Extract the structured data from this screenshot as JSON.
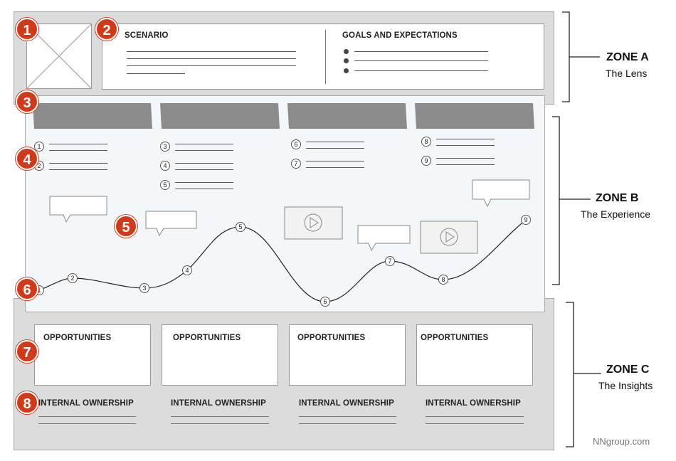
{
  "badges": [
    "1",
    "2",
    "3",
    "4",
    "5",
    "6",
    "7",
    "8"
  ],
  "zone_a": {
    "scenario_label": "SCENARIO",
    "goals_label": "GOALS AND EXPECTATIONS",
    "title": "ZONE A",
    "subtitle": "The Lens"
  },
  "zone_b": {
    "title": "ZONE B",
    "subtitle": "The Experience",
    "phase_steps": [
      [
        "1",
        "2"
      ],
      [
        "3",
        "4",
        "5"
      ],
      [
        "6",
        "7"
      ],
      [
        "8",
        "9"
      ]
    ],
    "curve_points": [
      "1",
      "2",
      "3",
      "4",
      "5",
      "6",
      "7",
      "8",
      "9"
    ]
  },
  "zone_c": {
    "title": "ZONE C",
    "subtitle": "The Insights",
    "opportunities_label": "OPPORTUNITIES",
    "ownership_label": "INTERNAL OWNERSHIP"
  },
  "credit": "NNgroup.com",
  "colors": {
    "badge": "#cf3a1a",
    "zone_gray": "#dcdcdc",
    "zone_b_bg": "#f4f7f9",
    "phase_bar": "#8c8c8c"
  }
}
